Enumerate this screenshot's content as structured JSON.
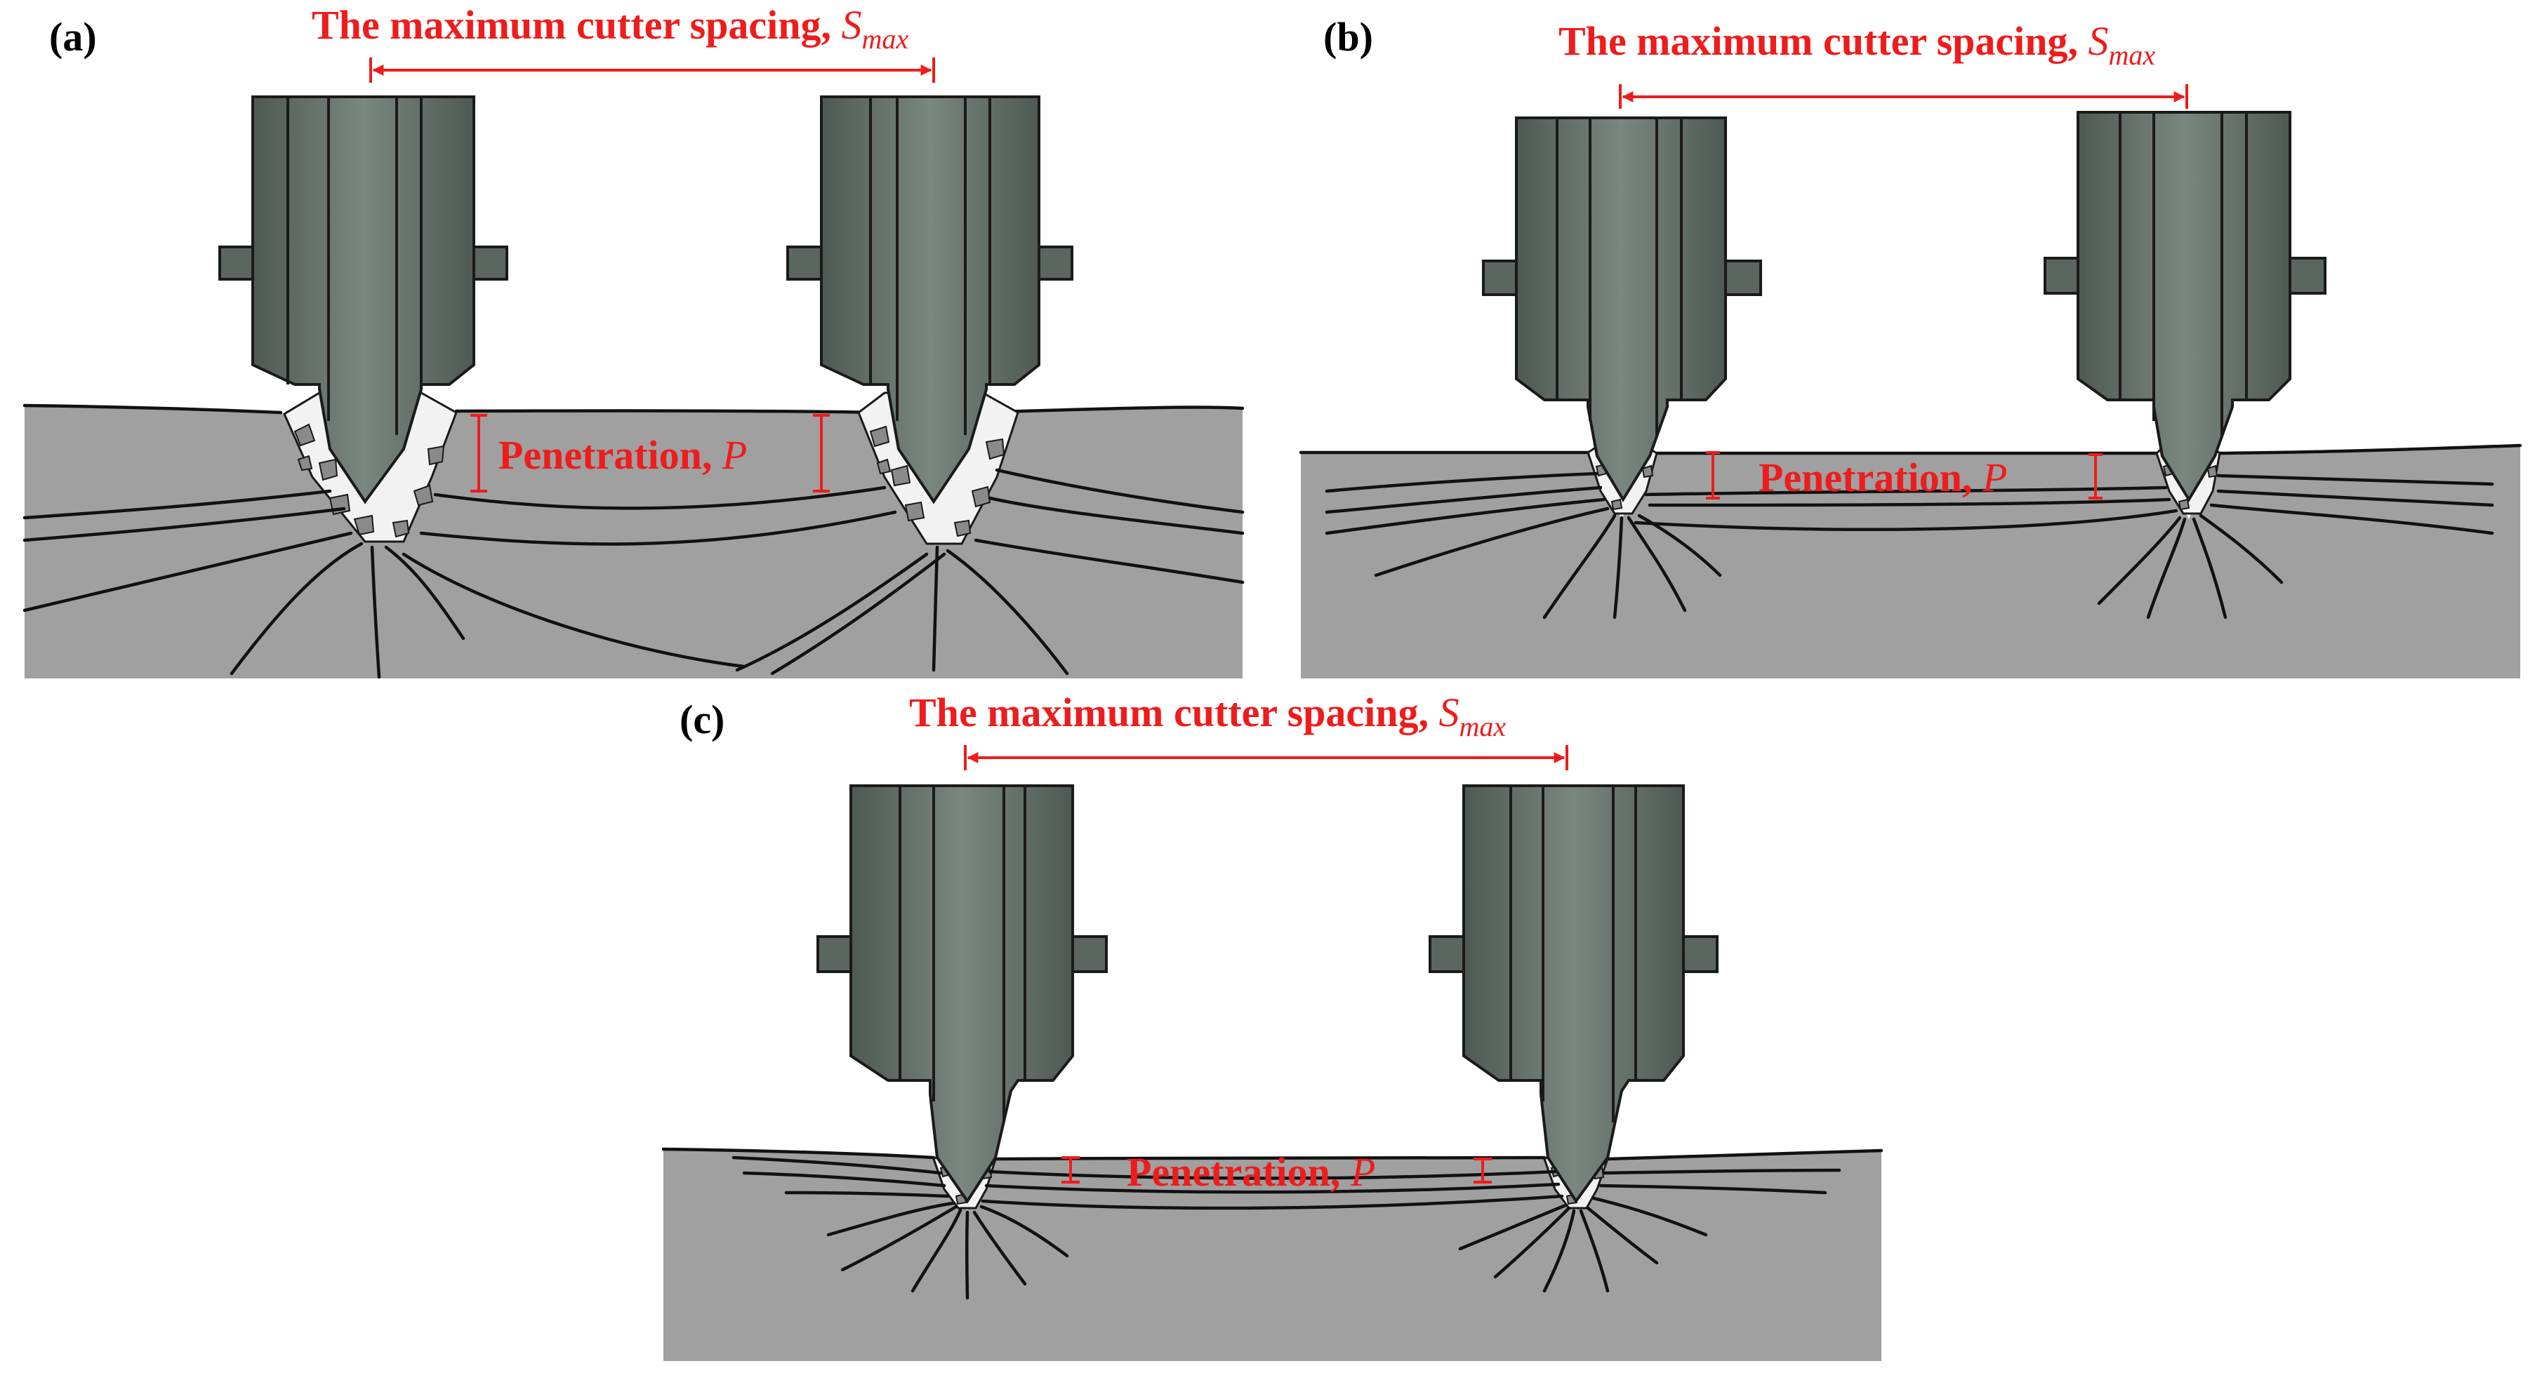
{
  "panels": [
    {
      "label": "(a)",
      "title": "The maximum cutter spacing, ",
      "symbol": "S",
      "symbol_sub": "max",
      "penetration_label": "Penetration, ",
      "penetration_symbol": "P"
    },
    {
      "label": "(b)",
      "title": "The maximum cutter spacing, ",
      "symbol": "S",
      "symbol_sub": "max",
      "penetration_label": "Penetration, ",
      "penetration_symbol": "P"
    },
    {
      "label": "(c)",
      "title": "The maximum cutter spacing, ",
      "symbol": "S",
      "symbol_sub": "max",
      "penetration_label": "Penetration, ",
      "penetration_symbol": "P"
    }
  ],
  "colors": {
    "rock": "#a0a0a0",
    "cutter": "#5c6661",
    "cutter_light": "#7d8882",
    "crushed_zone": "#f2f2f2",
    "chips": "#8a8a8a",
    "crack": "#111111",
    "annotation": "#ee1c1c",
    "label": "#000000"
  }
}
